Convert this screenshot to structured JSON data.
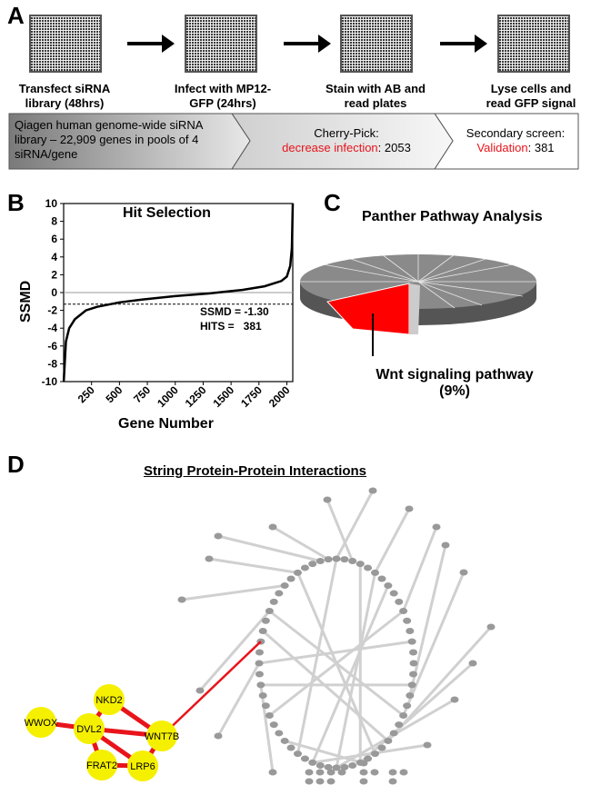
{
  "panels": {
    "A": "A",
    "B": "B",
    "C": "C",
    "D": "D"
  },
  "panelA": {
    "steps": [
      {
        "line1": "Transfect siRNA",
        "line2": "library (48hrs)"
      },
      {
        "line1": "Infect with MP12-",
        "line2": "GFP (24hrs)"
      },
      {
        "line1": "Stain with AB and",
        "line2": "read plates"
      },
      {
        "line1": "Lyse cells and",
        "line2": "read GFP signal"
      }
    ],
    "funnel": {
      "box1": {
        "line1": "Qiagen human genome-wide siRNA",
        "line2": "library – 22,909 genes in pools of 4",
        "line3": "siRNA/gene"
      },
      "box2": {
        "line1": "Cherry-Pick:",
        "red": "decrease infection",
        "tail": ": 2053"
      },
      "box3": {
        "line1": "Secondary screen:",
        "red": "Validation",
        "tail": ": 381"
      }
    },
    "colors": {
      "red": "#e8141b"
    }
  },
  "chart_data": {
    "type": "line",
    "title": "Hit Selection",
    "xlabel": "Gene Number",
    "ylabel": "SSMD",
    "x_ticks": [
      "250",
      "500",
      "750",
      "1000",
      "1250",
      "1500",
      "1750",
      "2000"
    ],
    "y_ticks": [
      "10",
      "8",
      "6",
      "4",
      "2",
      "0",
      "-2",
      "-4",
      "-6",
      "-8",
      "-10"
    ],
    "xlim": [
      0,
      2053
    ],
    "ylim": [
      -10,
      10
    ],
    "threshold": -1.3,
    "annotation_ssmd": "SSMD = -1.30",
    "annotation_hits": "HITS =   381",
    "series": [
      {
        "x": [
          1,
          20,
          50,
          100,
          200,
          300,
          500,
          700,
          1000,
          1300,
          1600,
          1800,
          1950,
          2000,
          2030,
          2045,
          2053
        ],
        "y": [
          -10,
          -5.5,
          -4,
          -3,
          -2,
          -1.6,
          -1.1,
          -0.8,
          -0.4,
          -0.1,
          0.3,
          0.7,
          1.3,
          1.8,
          3,
          5,
          10
        ]
      }
    ]
  },
  "panelC": {
    "title": "Panther Pathway Analysis",
    "label_line1": "Wnt signaling pathway",
    "label_line2": "(9%)",
    "wnt_fraction": 0.09,
    "colors": {
      "highlight": "#ff0000"
    }
  },
  "panelD": {
    "title": "String Protein-Protein Interactions",
    "highlight_nodes": [
      "NKD2",
      "WWOX",
      "DVL2",
      "WNT7B",
      "FRAT2",
      "LRP6"
    ],
    "colors": {
      "highlight_node": "#f5f000",
      "highlight_edge": "#e8141b"
    }
  }
}
